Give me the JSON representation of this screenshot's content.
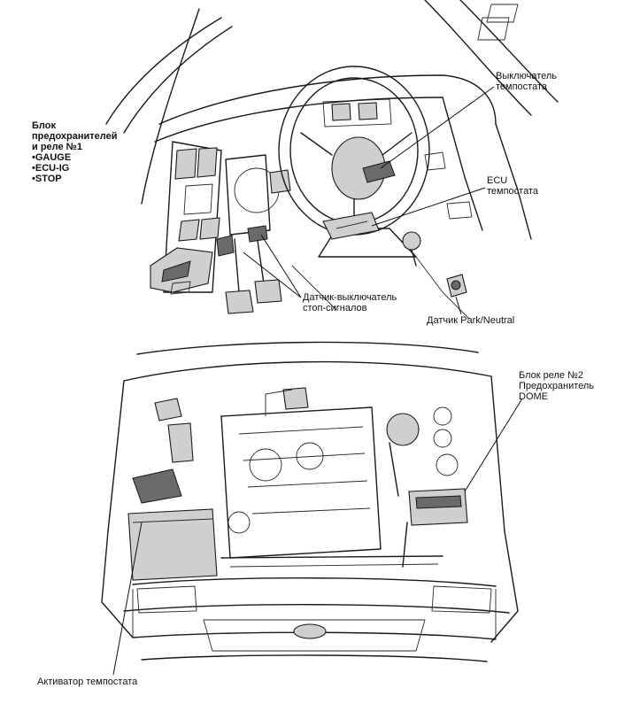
{
  "labels": {
    "fuse_block": {
      "lines": [
        "Блок",
        "предохранителей",
        "и реле №1",
        "•GAUGE",
        "•ECU-IG",
        "•STOP"
      ]
    },
    "cruise_switch": {
      "lines": [
        "Выключатель",
        "темпостата"
      ]
    },
    "cruise_ecu": {
      "lines": [
        "ECU",
        "темпостата"
      ]
    },
    "stop_light_switch": {
      "lines": [
        "Датчик-выключатель",
        "стоп-сигналов"
      ]
    },
    "park_neutral_switch": {
      "lines": [
        "Датчик Park/Neutral"
      ]
    },
    "relay_block_2": {
      "lines": [
        "Блок реле №2",
        "Предохранитель",
        "DOME"
      ]
    },
    "cruise_actuator": {
      "lines": [
        "Активатор темпостата"
      ]
    }
  },
  "colors": {
    "ink": "#1a1a1a",
    "paper": "#ffffff",
    "shade": "#cfcfcf"
  }
}
